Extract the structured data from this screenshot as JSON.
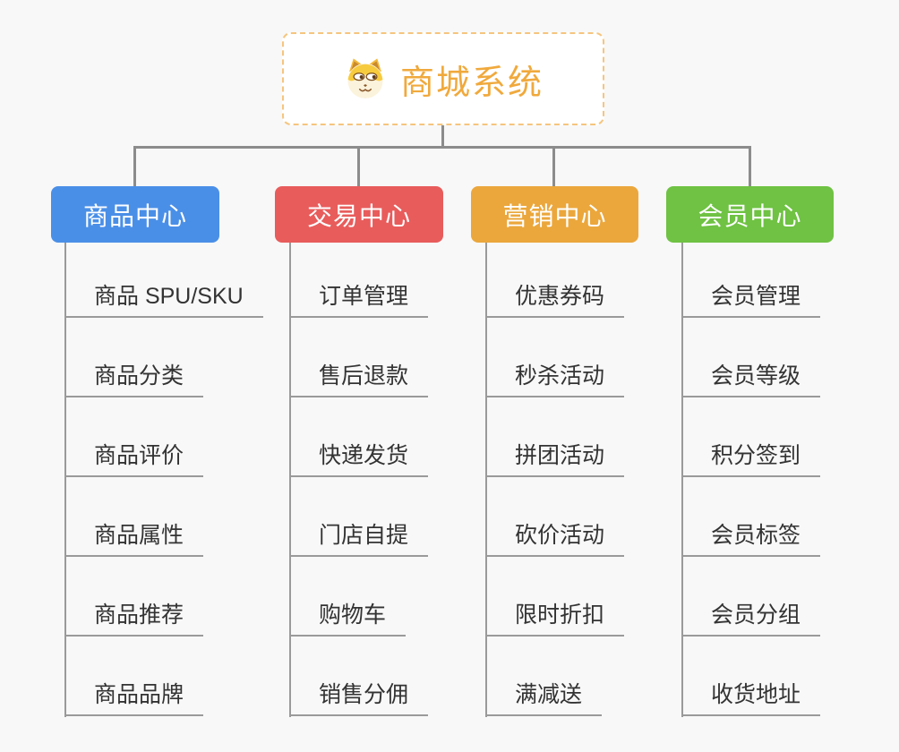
{
  "css_vars": {
    "canvas-bg": "#f8f8f8",
    "connector": "#8c8c8c",
    "leaf-line": "#9a9a9a",
    "leaf-text": "#333333"
  },
  "root": {
    "label": "商城系统",
    "icon": "dog-face-icon",
    "text_color": "#f0a93c",
    "border_color": "#f5c57f",
    "background": "#ffffff"
  },
  "branches": [
    {
      "label": "商品中心",
      "color": "#4a8fe7",
      "children": [
        "商品 SPU/SKU",
        "商品分类",
        "商品评价",
        "商品属性",
        "商品推荐",
        "商品品牌"
      ]
    },
    {
      "label": "交易中心",
      "color": "#e85c5c",
      "children": [
        "订单管理",
        "售后退款",
        "快递发货",
        "门店自提",
        "购物车",
        "销售分佣"
      ]
    },
    {
      "label": "营销中心",
      "color": "#eba73c",
      "children": [
        "优惠券码",
        "秒杀活动",
        "拼团活动",
        "砍价活动",
        "限时折扣",
        "满减送"
      ]
    },
    {
      "label": "会员中心",
      "color": "#6fc243",
      "children": [
        "会员管理",
        "会员等级",
        "积分签到",
        "会员标签",
        "会员分组",
        "收货地址"
      ]
    }
  ]
}
